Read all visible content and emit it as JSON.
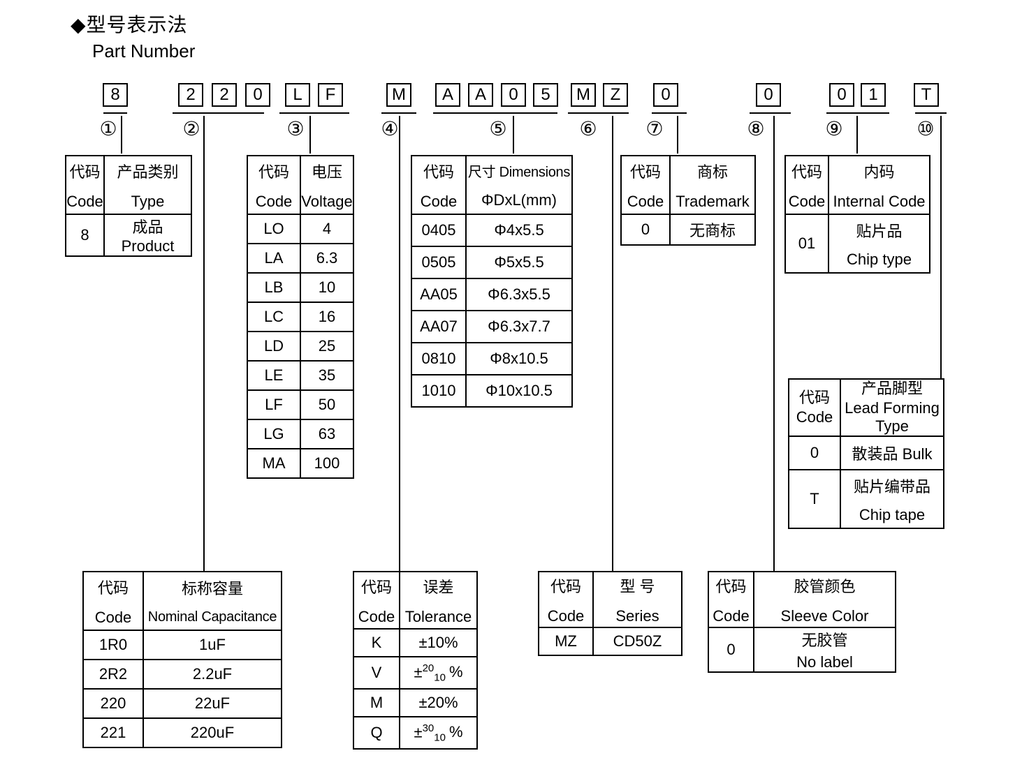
{
  "colors": {
    "ink": "#000000",
    "background": "#ffffff"
  },
  "title": {
    "zh": "◆型号表示法",
    "en": "Part Number"
  },
  "part_code": {
    "groups": [
      {
        "circled": "①",
        "chars": [
          "8"
        ]
      },
      {
        "circled": "②",
        "chars": [
          "2",
          "2",
          "0"
        ]
      },
      {
        "circled": "③",
        "chars": [
          "L",
          "F"
        ]
      },
      {
        "circled": "④",
        "chars": [
          "M"
        ]
      },
      {
        "circled": "⑤",
        "chars": [
          "A",
          "A",
          "0",
          "5"
        ]
      },
      {
        "circled": "⑥",
        "chars": [
          "M",
          "Z"
        ]
      },
      {
        "circled": "⑦",
        "chars": [
          "0"
        ]
      },
      {
        "circled": "⑧",
        "chars": [
          "0"
        ]
      },
      {
        "circled": "⑨",
        "chars": [
          "0",
          "1"
        ]
      },
      {
        "circled": "⑩",
        "chars": [
          "T"
        ]
      }
    ]
  },
  "tables": {
    "product_type": {
      "headers": [
        {
          "line1": "代码",
          "line2": "Code"
        },
        {
          "line1": "产品类别",
          "line2": "Type"
        }
      ],
      "rows": [
        {
          "code": "8",
          "value": "成品 Product"
        }
      ]
    },
    "capacitance": {
      "headers": [
        {
          "line1": "代码",
          "line2": "Code"
        },
        {
          "line1": "标称容量",
          "line2": "Nominal Capacitance"
        }
      ],
      "rows": [
        {
          "code": "1R0",
          "value": "1uF"
        },
        {
          "code": "2R2",
          "value": "2.2uF"
        },
        {
          "code": "220",
          "value": "22uF"
        },
        {
          "code": "221",
          "value": "220uF"
        }
      ]
    },
    "voltage": {
      "headers": [
        {
          "line1": "代码",
          "line2": "Code"
        },
        {
          "line1": "电压",
          "line2": "Voltage"
        }
      ],
      "rows": [
        {
          "code": "LO",
          "value": "4"
        },
        {
          "code": "LA",
          "value": "6.3"
        },
        {
          "code": "LB",
          "value": "10"
        },
        {
          "code": "LC",
          "value": "16"
        },
        {
          "code": "LD",
          "value": "25"
        },
        {
          "code": "LE",
          "value": "35"
        },
        {
          "code": "LF",
          "value": "50"
        },
        {
          "code": "LG",
          "value": "63"
        },
        {
          "code": "MA",
          "value": "100"
        }
      ]
    },
    "tolerance": {
      "headers": [
        {
          "line1": "代码",
          "line2": "Code"
        },
        {
          "line1": "误差",
          "line2": "Tolerance"
        }
      ],
      "rows": [
        {
          "code": "K",
          "value": "±10%"
        },
        {
          "code": "V",
          "pm": "±",
          "sup": "20",
          "sub": "10",
          "pct": "%"
        },
        {
          "code": "M",
          "value": "±20%"
        },
        {
          "code": "Q",
          "pm": "±",
          "sup": "30",
          "sub": "10",
          "pct": "%"
        }
      ]
    },
    "dimensions": {
      "headers": [
        {
          "line1": "代码",
          "line2": "Code"
        },
        {
          "line1": "尺寸 Dimensions",
          "line2": "ΦDxL(mm)"
        }
      ],
      "rows": [
        {
          "code": "0405",
          "value": "Φ4x5.5"
        },
        {
          "code": "0505",
          "value": "Φ5x5.5"
        },
        {
          "code": "AA05",
          "value": "Φ6.3x5.5"
        },
        {
          "code": "AA07",
          "value": "Φ6.3x7.7"
        },
        {
          "code": "0810",
          "value": "Φ8x10.5"
        },
        {
          "code": "1010",
          "value": "Φ10x10.5"
        }
      ]
    },
    "series": {
      "headers": [
        {
          "line1": "代码",
          "line2": "Code"
        },
        {
          "line1": "型 号",
          "line2": "Series"
        }
      ],
      "rows": [
        {
          "code": "MZ",
          "value": "CD50Z"
        }
      ]
    },
    "trademark": {
      "headers": [
        {
          "line1": "代码",
          "line2": "Code"
        },
        {
          "line1": "商标",
          "line2": "Trademark"
        }
      ],
      "rows": [
        {
          "code": "0",
          "value": "无商标"
        }
      ]
    },
    "sleeve_color": {
      "headers": [
        {
          "line1": "代码",
          "line2": "Code"
        },
        {
          "line1": "胶管颜色",
          "line2": "Sleeve Color"
        }
      ],
      "rows": [
        {
          "code": "0",
          "line1": "无胶管",
          "line2": "No label"
        }
      ]
    },
    "internal_code": {
      "headers": [
        {
          "line1": "代码",
          "line2": "Code"
        },
        {
          "line1": "内码",
          "line2": "Internal Code"
        }
      ],
      "rows": [
        {
          "code": "01",
          "line1": "贴片品",
          "line2": "Chip type"
        }
      ]
    },
    "lead_forming": {
      "headers": [
        {
          "line1": "代码",
          "line2": "Code"
        },
        {
          "line1": "产品脚型",
          "line2": "Lead Forming",
          "line3": "Type"
        }
      ],
      "rows": [
        {
          "code": "0",
          "value": "散装品 Bulk"
        },
        {
          "code": "T",
          "line1": "贴片编带品",
          "line2": "Chip tape"
        }
      ]
    }
  }
}
